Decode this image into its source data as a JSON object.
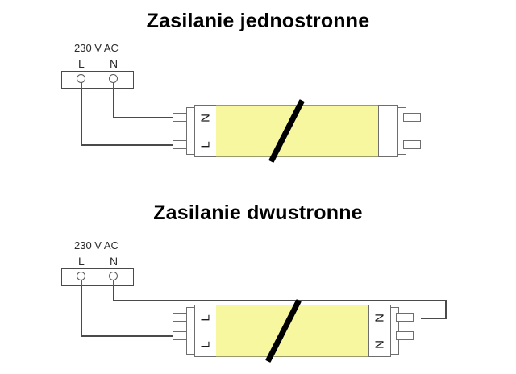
{
  "diagrams": [
    {
      "title": "Zasilanie jednostronne",
      "supply": {
        "voltage_label": "230 V AC",
        "terminals": [
          {
            "label": "L"
          },
          {
            "label": "N"
          }
        ]
      },
      "tube": {
        "left_cap": {
          "top_letter": "N",
          "bottom_letter": "L"
        },
        "right_cap": {
          "top_letter": "",
          "bottom_letter": ""
        }
      }
    },
    {
      "title": "Zasilanie dwustronne",
      "supply": {
        "voltage_label": "230 V AC",
        "terminals": [
          {
            "label": "L"
          },
          {
            "label": "N"
          }
        ]
      },
      "tube": {
        "left_cap": {
          "top_letter": "L",
          "bottom_letter": "L"
        },
        "right_cap": {
          "top_letter": "N",
          "bottom_letter": "N"
        }
      }
    }
  ],
  "colors": {
    "tube_body": "#f7f79f",
    "wire": "#4a4a4a",
    "outline": "#6e6e6e",
    "slash": "#000000",
    "text": "#000000"
  }
}
